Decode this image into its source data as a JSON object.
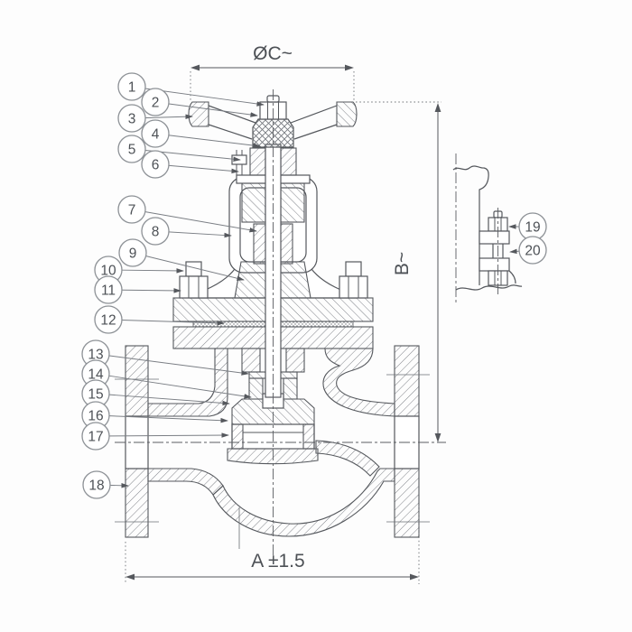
{
  "dimensions": {
    "top": {
      "label": "ØC~"
    },
    "right": {
      "label": "B~"
    },
    "bottom": {
      "label": "A ±1.5"
    }
  },
  "callouts": [
    {
      "number": "1"
    },
    {
      "number": "2"
    },
    {
      "number": "3"
    },
    {
      "number": "4"
    },
    {
      "number": "5"
    },
    {
      "number": "6"
    },
    {
      "number": "7"
    },
    {
      "number": "8"
    },
    {
      "number": "9"
    },
    {
      "number": "10"
    },
    {
      "number": "11"
    },
    {
      "number": "12"
    },
    {
      "number": "13"
    },
    {
      "number": "14"
    },
    {
      "number": "15"
    },
    {
      "number": "16"
    },
    {
      "number": "17"
    },
    {
      "number": "18"
    },
    {
      "number": "19"
    },
    {
      "number": "20"
    }
  ]
}
